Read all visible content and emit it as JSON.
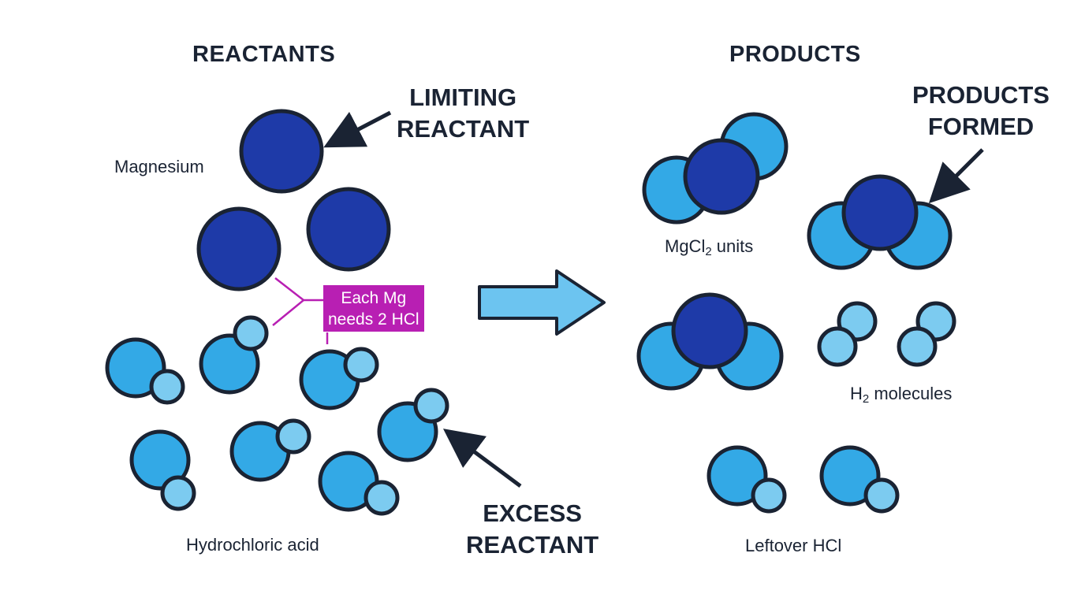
{
  "headings": {
    "reactants": "REACTANTS",
    "products": "PRODUCTS"
  },
  "callouts": {
    "limiting_line1": "LIMITING",
    "limiting_line2": "REACTANT",
    "products_formed_line1": "PRODUCTS",
    "products_formed_line2": "FORMED",
    "excess_line1": "EXCESS",
    "excess_line2": "REACTANT"
  },
  "labels": {
    "magnesium": "Magnesium",
    "hydrochloric_acid": "Hydrochloric acid",
    "mgcl2_prefix": "MgCl",
    "mgcl2_sub": "2",
    "mgcl2_suffix": " units",
    "h2_prefix": "H",
    "h2_sub": "2",
    "h2_suffix": " molecules",
    "leftover_hcl": "Leftover HCl"
  },
  "note": {
    "line1": "Each Mg",
    "line2": "needs 2 HCl"
  },
  "colors": {
    "magnesium": "#1e3aa8",
    "chlorine": "#33a9e6",
    "hydrogen": "#7ccbf0",
    "outline": "#1a2333",
    "arrow_fill": "#6cc4f0",
    "note_bg": "#b81fb3"
  }
}
